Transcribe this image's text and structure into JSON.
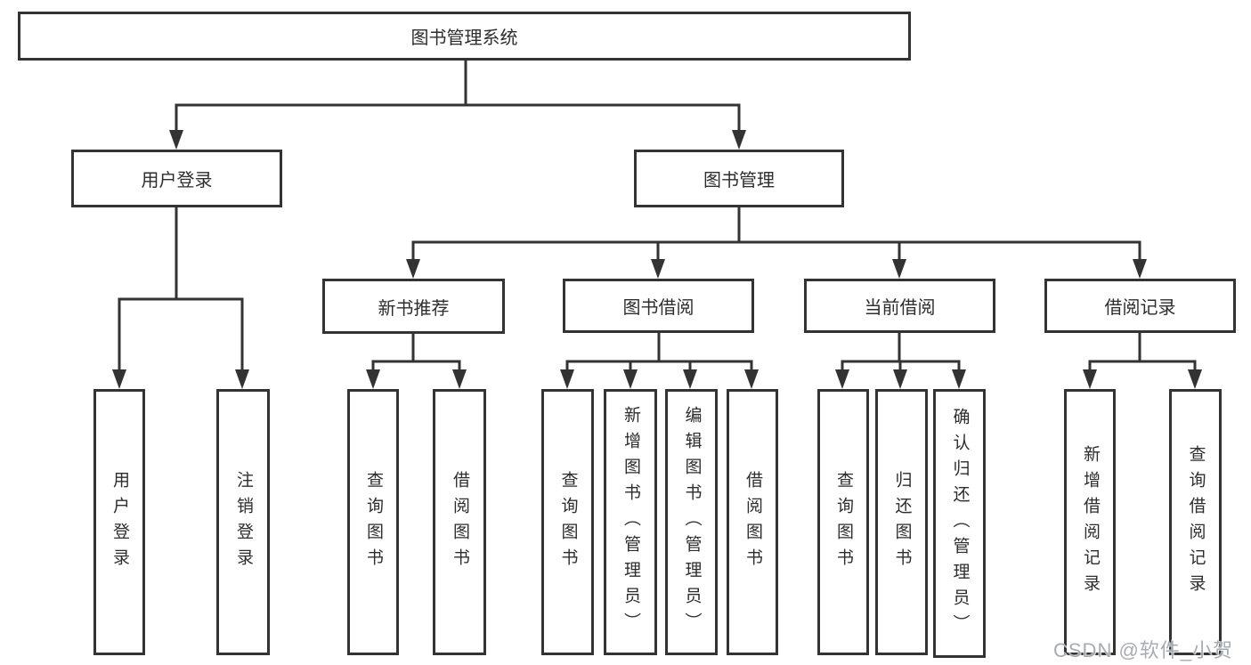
{
  "tree": {
    "root": {
      "label": "图书管理系统",
      "children": [
        {
          "label": "用户登录",
          "children": [
            {
              "label": "用户登录"
            },
            {
              "label": "注销登录"
            }
          ]
        },
        {
          "label": "图书管理",
          "children": [
            {
              "label": "新书推荐",
              "children": [
                {
                  "label": "查询图书"
                },
                {
                  "label": "借阅图书"
                }
              ]
            },
            {
              "label": "图书借阅",
              "children": [
                {
                  "label": "查询图书"
                },
                {
                  "label": "新增图书（管理员）"
                },
                {
                  "label": "编辑图书（管理员）"
                },
                {
                  "label": "借阅图书"
                }
              ]
            },
            {
              "label": "当前借阅",
              "children": [
                {
                  "label": "查询图书"
                },
                {
                  "label": "归还图书"
                },
                {
                  "label": "确认归还（管理员）"
                }
              ]
            },
            {
              "label": "借阅记录",
              "children": [
                {
                  "label": "新增借阅记录"
                },
                {
                  "label": "查询借阅记录"
                }
              ]
            }
          ]
        }
      ]
    }
  },
  "watermark": "CSDN @软件_小贺同学",
  "colors": {
    "line": "#333333",
    "box_border": "#333333",
    "text": "#2d2d2d",
    "background": "#ffffff",
    "watermark": "#a6acb4"
  }
}
